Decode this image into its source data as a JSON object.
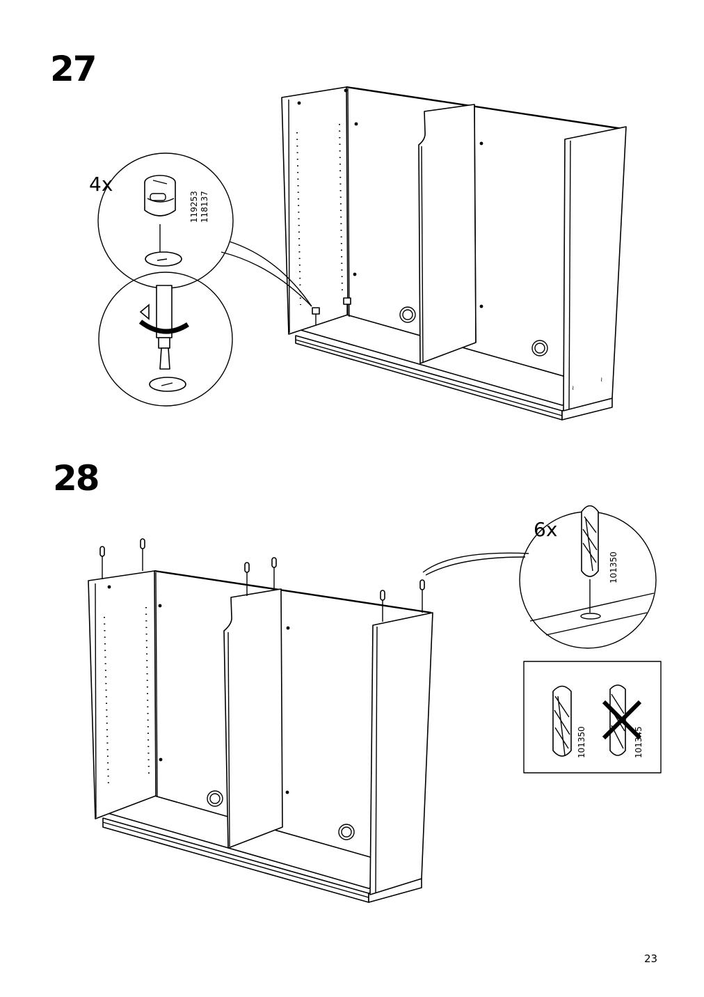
{
  "steps": [
    {
      "number": "27",
      "quantity": "4x",
      "part_numbers": [
        "119253",
        "118137"
      ]
    },
    {
      "number": "28",
      "quantity": "6x",
      "part_number": "101350",
      "comparison": {
        "correct_part": "101350",
        "wrong_part": "101345"
      }
    }
  ],
  "page_number": "23",
  "icons": [
    "cam-lock-fitting-icon",
    "screwdriver-icon",
    "rotate-arrow-icon",
    "wooden-dowel-icon",
    "cross-out-icon"
  ]
}
